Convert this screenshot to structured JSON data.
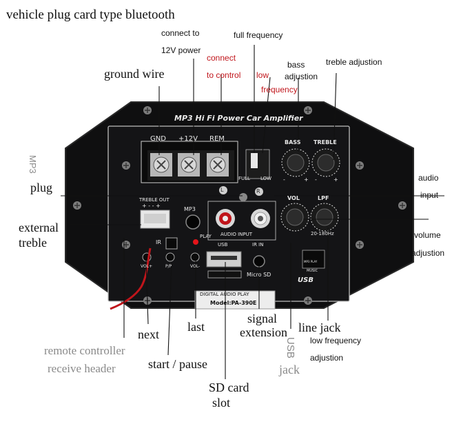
{
  "diagram_title": "vehicle plug card type bluetooth",
  "labels": {
    "connect_12v_line1": "connect to",
    "connect_12v_line2": "12V power",
    "full_frequency": "full frequency",
    "connect_control_line1": "connect",
    "connect_control_line2": "to control",
    "low_frequency_line1": "low",
    "low_frequency_line2": "frequency",
    "bass_line1": "bass",
    "bass_line2": "adjustion",
    "treble_adjustion": "treble adjustion",
    "ground_wire": "ground wire",
    "mp3": "MP3",
    "plug": "plug",
    "audio_input_line1": "audio",
    "audio_input_line2": "input",
    "external_treble_line1": "external",
    "external_treble_line2": "treble",
    "volume_line1": "volume",
    "volume_line2": "adjustion",
    "next": "next",
    "last": "last",
    "signal_extension_line1": "signal",
    "signal_extension_line2": "extension",
    "line_jack": "line jack",
    "low_freq_adj_line1": "low frequency",
    "low_freq_adj_line2": "adjustion",
    "remote_line1": "remote controller",
    "remote_line2": "receive header",
    "start_pause": "start / pause",
    "usb_vertical": "USB",
    "jack": "jack",
    "sd_card_line1": "SD card",
    "sd_card_line2": "slot"
  },
  "panel": {
    "brand": "MP3 Hi Fi Power Car Amplifier",
    "gnd": "GND",
    "plus12v": "+12V",
    "rem": "REM",
    "full": "FULL",
    "low": "LOW",
    "bass": "BASS",
    "treble": "TREBLE",
    "minus": "-",
    "plus": "+",
    "treble_out": "TREBLE OUT",
    "treble_out_signs": "+ - - +",
    "mp3": "MP3",
    "l": "L",
    "r": "R",
    "audio_input": "AUDIO INPUT",
    "vol": "VOL",
    "lpf": "LPF",
    "lpf_range": "20-180Hz",
    "play": "PLAY",
    "ir": "IR",
    "usb": "USB",
    "ir_in": "IR IN",
    "vol_plus": "VOL+",
    "pp": "P/P",
    "vol_minus": "VOL-",
    "micro_sd": "Micro SD",
    "mp3_play": "MP3 PLAY",
    "music": "MUSIC",
    "usb_logo": "USB",
    "digital_audio_play": "DIGITAL AUDIO PLAY",
    "model": "Model:PA-390E"
  }
}
